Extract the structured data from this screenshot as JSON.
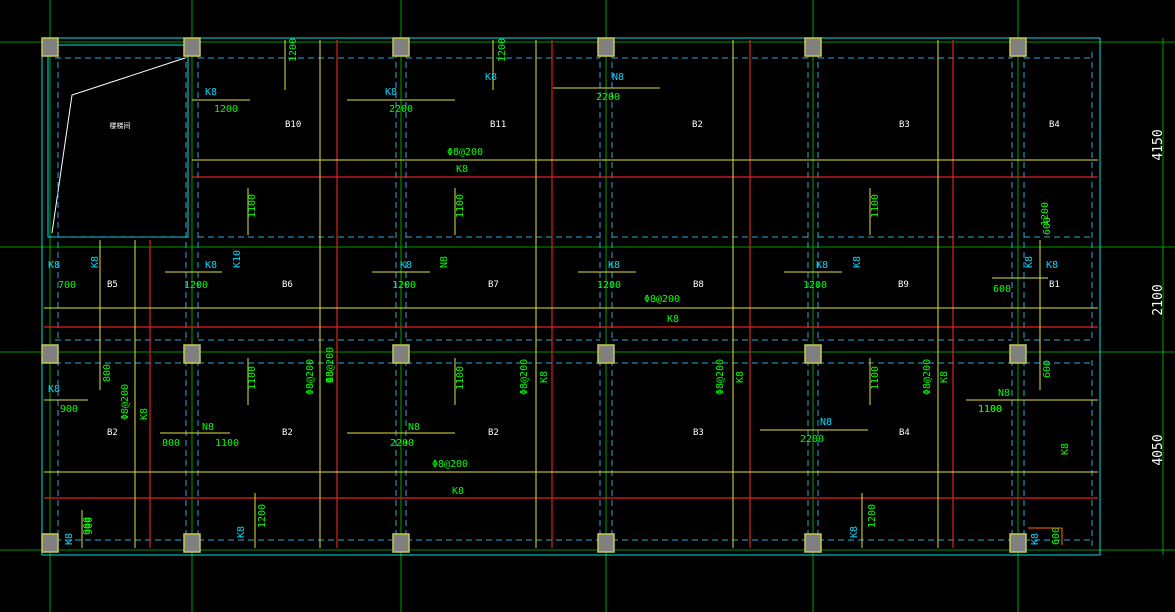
{
  "dimensions": {
    "top": "4150",
    "middle": "2100",
    "bottom": "4050"
  },
  "stair_note": "楼梯间",
  "colors": {
    "background": "#000000",
    "grid_line": "#00c800",
    "slab_edge": "#00e0e0",
    "beam_dashed": "#2aa8d8",
    "column": "#808080",
    "column_edge": "#c8c850",
    "rebar_bottom": "#e02020",
    "rebar_top": "#e0e040",
    "label_green": "#00ff00",
    "label_cyan": "#00d8ff",
    "label_white": "#ffffff",
    "marker_orange": "#ff6a00"
  },
  "through_rebar": {
    "top": {
      "spacing": "Φ8@200",
      "bar": "K8"
    },
    "middle": {
      "spacing": "Φ8@200",
      "bar": "K8"
    },
    "bottom": {
      "spacing": "Φ8@200",
      "bar": "K8"
    }
  },
  "slab_labels": [
    "B10",
    "B11",
    "B2",
    "B3",
    "B4",
    "B5",
    "B6",
    "B7",
    "B8",
    "B9",
    "B1",
    "B2",
    "B2",
    "B2",
    "B3",
    "B4"
  ],
  "rebar_notes": {
    "top_row": [
      "K8",
      "1200",
      "1200",
      "K8",
      "2200",
      "K8",
      "1200",
      "N8",
      "2200"
    ],
    "middle_row": [
      "K8",
      "K8",
      "700",
      "K8",
      "1200",
      "K10",
      "K8",
      "1200",
      "N8",
      "K8",
      "1200",
      "K8",
      "1200",
      "K8",
      "K8",
      "600",
      "K8",
      "1200"
    ],
    "lengths": [
      "1100",
      "1100",
      "1100",
      "1100",
      "600",
      "1100",
      "1100",
      "1100",
      "600",
      "800",
      "900"
    ],
    "bottom_row": [
      "K8",
      "900",
      "N8",
      "800",
      "1100",
      "N8",
      "2200",
      "N8",
      "2200",
      "1100",
      "N8",
      "K8",
      "K8",
      "900",
      "K8",
      "1200",
      "K8",
      "1200",
      "K8",
      "600"
    ],
    "vertical_spacing": [
      "Φ8@200",
      "Φ8@200",
      "Φ8@200",
      "Φ8@200",
      "Φ8@200",
      "Φ8@200"
    ],
    "vertical_bar": [
      "K8",
      "K8",
      "K8",
      "K8",
      "K8"
    ]
  }
}
